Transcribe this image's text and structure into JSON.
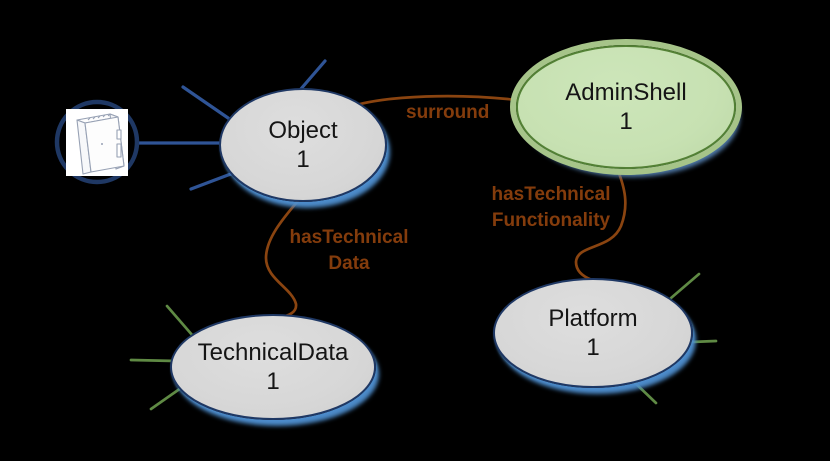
{
  "diagram": {
    "title": "",
    "background_color": "#000000",
    "nodes": [
      {
        "id": "object",
        "label": "Object",
        "instance": "1",
        "fill": "#d9d9d9",
        "border": "#1f3864"
      },
      {
        "id": "adminshell",
        "label": "AdminShell",
        "instance": "1",
        "fill": "#c7e1b2",
        "border": "#538135"
      },
      {
        "id": "technicaldata",
        "label": "TechnicalData",
        "instance": "1",
        "fill": "#d9d9d9",
        "border": "#1f3864"
      },
      {
        "id": "platform",
        "label": "Platform",
        "instance": "1",
        "fill": "#d9d9d9",
        "border": "#1f3864"
      }
    ],
    "edges": [
      {
        "from": "Object",
        "to": "AdminShell",
        "label": "surround"
      },
      {
        "from": "AdminShell",
        "to": "Platform",
        "label": "hasTechnical Functionality"
      },
      {
        "from": "Object",
        "to": "TechnicalData",
        "label": "hasTechnical Data"
      }
    ],
    "edge_labels": {
      "surround": "surround",
      "htf_line1": "hasTechnical",
      "htf_line2": "Functionality",
      "htd_line1": "hasTechnical",
      "htd_line2": "Data"
    },
    "colors": {
      "edge_label_text": "#843c0c",
      "relation_curve": "#8a4410",
      "blue_stub_line": "#2f5496",
      "green_stub_line": "#5f8a44",
      "node_shadow_blue": "#5b9bd5",
      "adminshell_ring": "#a6c489"
    },
    "device_icon": "industrial-pc-drawing"
  }
}
